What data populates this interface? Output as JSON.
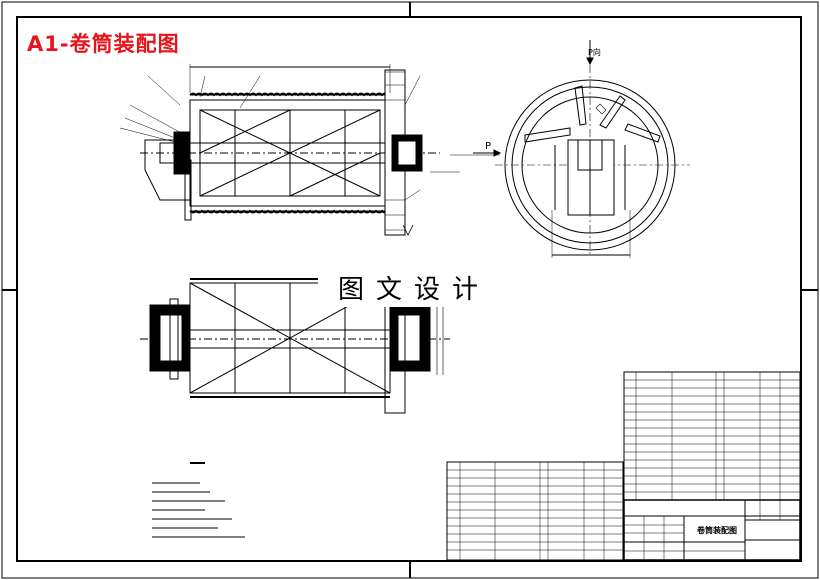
{
  "drawing": {
    "title": "A1-卷筒装配图",
    "watermark": "图文设计",
    "section_label": "P",
    "view_label": "P向",
    "title_block_name": "卷筒装配图"
  },
  "colors": {
    "title_red": "#e8141b",
    "line": "#000000",
    "background": "#ffffff"
  }
}
